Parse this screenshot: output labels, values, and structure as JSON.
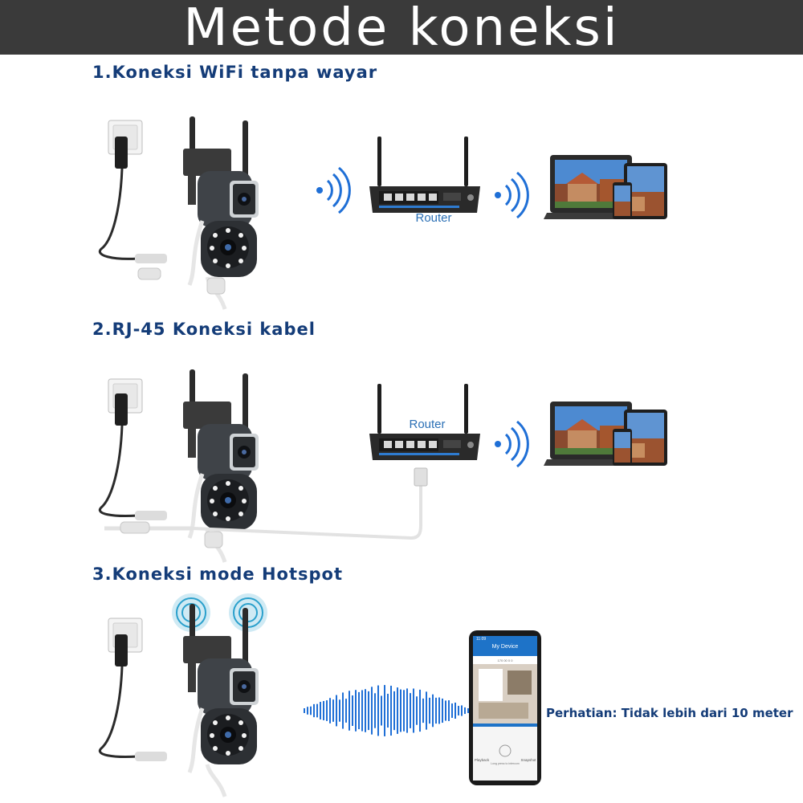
{
  "title": "Metode koneksi",
  "sections": [
    {
      "label": "1.Koneksi WiFi tanpa wayar",
      "router_label": "Router"
    },
    {
      "label": "2.RJ-45 Koneksi kabel",
      "router_label": "Router"
    },
    {
      "label": "3.Koneksi mode Hotspot"
    }
  ],
  "hotspot_note": "Perhatian: Tidak lebih dari 10 meter",
  "phone": {
    "status_time": "11:09",
    "header": "My Device",
    "device_id": "170 00 0 0",
    "playback": "Playback",
    "snapshot": "Snapshot",
    "intercom_hint": "Long press to intercom"
  },
  "colors": {
    "banner": "#3a3a3a",
    "heading": "#143c78",
    "wifi": "#1f6fd6",
    "router_label": "#2a6fb5"
  }
}
